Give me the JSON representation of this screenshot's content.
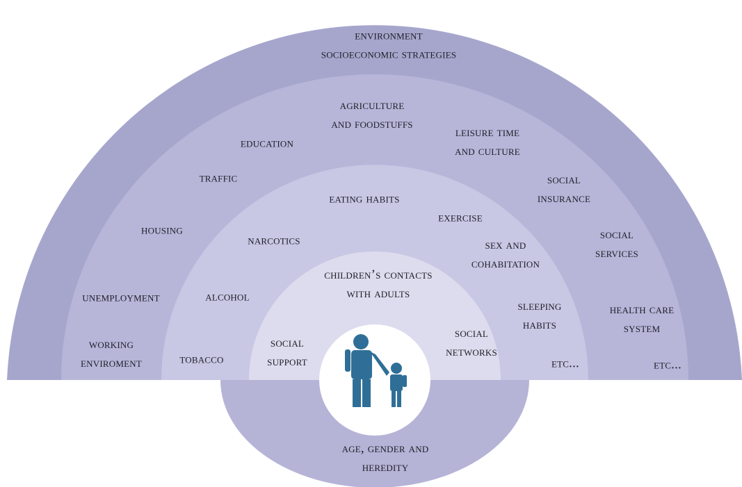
{
  "colors": {
    "outer_ring": "#a6a6cd",
    "ring_2": "#b7b6d9",
    "ring_3": "#c8c7e4",
    "inner_ring": "#dddcee",
    "bottom_half": "#b5b4d7",
    "center_circle": "#ffffff",
    "person_icon": "#2f6f97"
  },
  "icons": {
    "center": "parent-and-child-icon"
  },
  "layers": {
    "outer": [
      "ENVIRONMENT",
      "SOCIOECONOMIC STRATEGIES"
    ],
    "living_conditions": [
      "AGRICULTURE\nAND FOODSTUFFS",
      "LEISURE TIME\nAND CULTURE",
      "EDUCATION",
      "TRAFFIC",
      "SOCIAL\nINSURANCE",
      "HOUSING",
      "SOCIAL\nSERVICES",
      "UNEMPLOYMENT",
      "HEALTH CARE\nSYSTEM",
      "WORKING\nENVIROMENT",
      "ETC..."
    ],
    "lifestyle": [
      "EATING HABITS",
      "EXERCISE",
      "NARCOTICS",
      "SEX AND\nCOHABITATION",
      "ALCOHOL",
      "SLEEPING\nHABITS",
      "TOBACCO",
      "ETC..."
    ],
    "social": [
      "CHILDREN’S CONTACTS\nWITH ADULTS",
      "SOCIAL\nNETWORKS",
      "SOCIAL\nSUPPORT"
    ],
    "individual": [
      "AGE, GENDER AND\nHEREDITY"
    ]
  }
}
